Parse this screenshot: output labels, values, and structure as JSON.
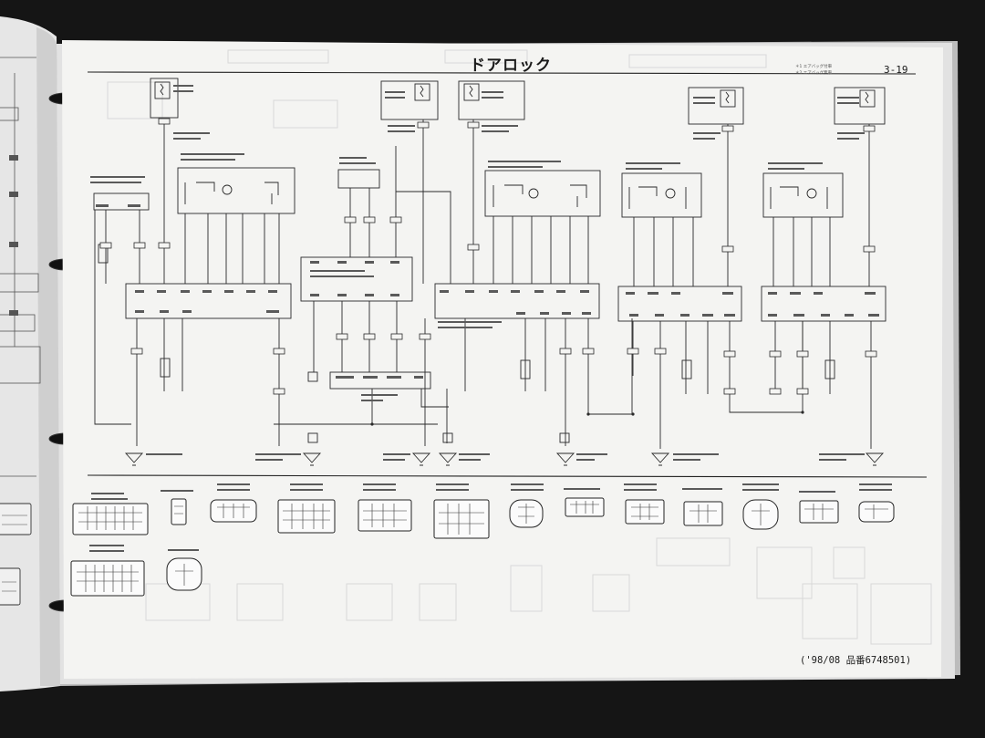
{
  "page": {
    "title": "ドアロック",
    "page_number": "3-19",
    "footer_code": "('98/08 品番6748501)"
  },
  "legend": {
    "lines": [
      "＊1 エアバッグ付車",
      "＊2 エアバッグ無車"
    ]
  }
}
